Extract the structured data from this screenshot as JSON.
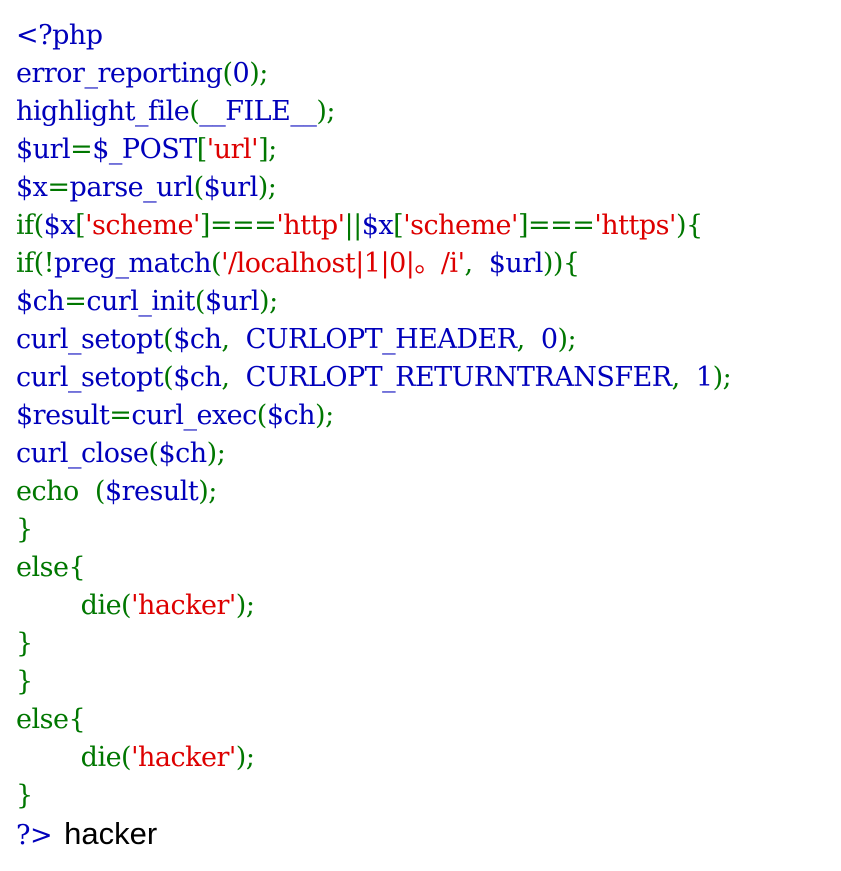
{
  "colors": {
    "default": "#0000BB",
    "keyword": "#007700",
    "string": "#DD0000",
    "output": "#000000"
  },
  "code_lines": [
    [
      {
        "t": "html",
        "v": "<?php"
      }
    ],
    [
      {
        "t": "default",
        "v": "error_reporting"
      },
      {
        "t": "keyword",
        "v": "("
      },
      {
        "t": "default",
        "v": "0"
      },
      {
        "t": "keyword",
        "v": ");"
      }
    ],
    [
      {
        "t": "default",
        "v": "highlight_file"
      },
      {
        "t": "keyword",
        "v": "("
      },
      {
        "t": "default",
        "v": "__FILE__"
      },
      {
        "t": "keyword",
        "v": ");"
      }
    ],
    [
      {
        "t": "default",
        "v": "$url"
      },
      {
        "t": "keyword",
        "v": "="
      },
      {
        "t": "default",
        "v": "$_POST"
      },
      {
        "t": "keyword",
        "v": "["
      },
      {
        "t": "string",
        "v": "'url'"
      },
      {
        "t": "keyword",
        "v": "];"
      }
    ],
    [
      {
        "t": "default",
        "v": "$x"
      },
      {
        "t": "keyword",
        "v": "="
      },
      {
        "t": "default",
        "v": "parse_url"
      },
      {
        "t": "keyword",
        "v": "("
      },
      {
        "t": "default",
        "v": "$url"
      },
      {
        "t": "keyword",
        "v": ");"
      }
    ],
    [
      {
        "t": "keyword",
        "v": "if("
      },
      {
        "t": "default",
        "v": "$x"
      },
      {
        "t": "keyword",
        "v": "["
      },
      {
        "t": "string",
        "v": "'scheme'"
      },
      {
        "t": "keyword",
        "v": "]==="
      },
      {
        "t": "string",
        "v": "'http'"
      },
      {
        "t": "keyword",
        "v": "||"
      },
      {
        "t": "default",
        "v": "$x"
      },
      {
        "t": "keyword",
        "v": "["
      },
      {
        "t": "string",
        "v": "'scheme'"
      },
      {
        "t": "keyword",
        "v": "]==="
      },
      {
        "t": "string",
        "v": "'https'"
      },
      {
        "t": "keyword",
        "v": "){"
      }
    ],
    [
      {
        "t": "keyword",
        "v": "if(!"
      },
      {
        "t": "default",
        "v": "preg_match"
      },
      {
        "t": "keyword",
        "v": "("
      },
      {
        "t": "string",
        "v": "'/localhost|1|0|。/i'"
      },
      {
        "t": "keyword",
        "v": ",  "
      },
      {
        "t": "default",
        "v": "$url"
      },
      {
        "t": "keyword",
        "v": ")){"
      }
    ],
    [
      {
        "t": "default",
        "v": "$ch"
      },
      {
        "t": "keyword",
        "v": "="
      },
      {
        "t": "default",
        "v": "curl_init"
      },
      {
        "t": "keyword",
        "v": "("
      },
      {
        "t": "default",
        "v": "$url"
      },
      {
        "t": "keyword",
        "v": ");"
      }
    ],
    [
      {
        "t": "default",
        "v": "curl_setopt"
      },
      {
        "t": "keyword",
        "v": "("
      },
      {
        "t": "default",
        "v": "$ch"
      },
      {
        "t": "keyword",
        "v": ",  "
      },
      {
        "t": "default",
        "v": "CURLOPT_HEADER"
      },
      {
        "t": "keyword",
        "v": ",  "
      },
      {
        "t": "default",
        "v": "0"
      },
      {
        "t": "keyword",
        "v": ");"
      }
    ],
    [
      {
        "t": "default",
        "v": "curl_setopt"
      },
      {
        "t": "keyword",
        "v": "("
      },
      {
        "t": "default",
        "v": "$ch"
      },
      {
        "t": "keyword",
        "v": ",  "
      },
      {
        "t": "default",
        "v": "CURLOPT_RETURNTRANSFER"
      },
      {
        "t": "keyword",
        "v": ",  "
      },
      {
        "t": "default",
        "v": "1"
      },
      {
        "t": "keyword",
        "v": ");"
      }
    ],
    [
      {
        "t": "default",
        "v": "$result"
      },
      {
        "t": "keyword",
        "v": "="
      },
      {
        "t": "default",
        "v": "curl_exec"
      },
      {
        "t": "keyword",
        "v": "("
      },
      {
        "t": "default",
        "v": "$ch"
      },
      {
        "t": "keyword",
        "v": ");"
      }
    ],
    [
      {
        "t": "default",
        "v": "curl_close"
      },
      {
        "t": "keyword",
        "v": "("
      },
      {
        "t": "default",
        "v": "$ch"
      },
      {
        "t": "keyword",
        "v": ");"
      }
    ],
    [
      {
        "t": "keyword",
        "v": "echo  "
      },
      {
        "t": "keyword",
        "v": "("
      },
      {
        "t": "default",
        "v": "$result"
      },
      {
        "t": "keyword",
        "v": ");"
      }
    ],
    [
      {
        "t": "keyword",
        "v": "}"
      }
    ],
    [
      {
        "t": "keyword",
        "v": "else{"
      }
    ],
    [
      {
        "t": "keyword",
        "v": "        die("
      },
      {
        "t": "string",
        "v": "'hacker'"
      },
      {
        "t": "keyword",
        "v": ");"
      }
    ],
    [
      {
        "t": "keyword",
        "v": "}"
      }
    ],
    [
      {
        "t": "keyword",
        "v": "}"
      }
    ],
    [
      {
        "t": "keyword",
        "v": "else{"
      }
    ],
    [
      {
        "t": "keyword",
        "v": "        die("
      },
      {
        "t": "string",
        "v": "'hacker'"
      },
      {
        "t": "keyword",
        "v": ");"
      }
    ],
    [
      {
        "t": "keyword",
        "v": "}"
      }
    ],
    [
      {
        "t": "html",
        "v": "?>"
      },
      {
        "t": "output",
        "v": "hacker"
      }
    ]
  ]
}
